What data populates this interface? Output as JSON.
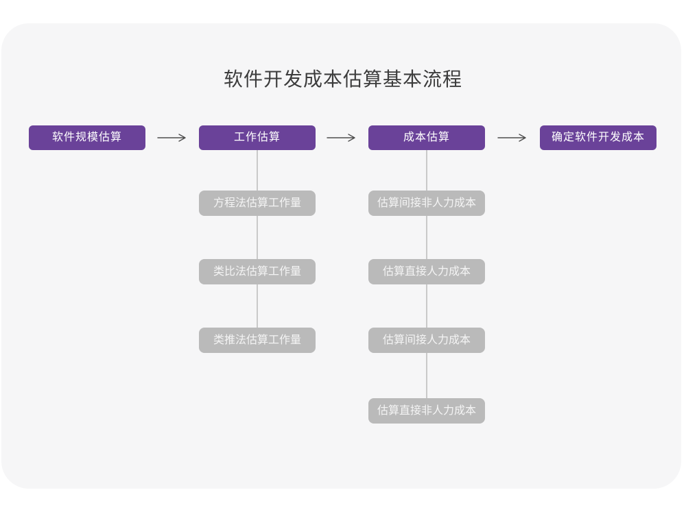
{
  "title": "软件开发成本估算基本流程",
  "colors": {
    "stage_fill": "#6a4299",
    "stage_text": "#ffffff",
    "sub_fill": "#bababa",
    "sub_text": "#f4f4f4",
    "card_background": "#f6f6f7",
    "page_background": "#ffffff",
    "arrow_stroke": "#4d4d4d",
    "connector_line": "#c9c9c9",
    "title_text": "#3c3c3c"
  },
  "flow": {
    "stages": [
      {
        "label": "软件规模估算"
      },
      {
        "label": "工作估算"
      },
      {
        "label": "成本估算"
      },
      {
        "label": "确定软件开发成本"
      }
    ],
    "work_methods": [
      "方程法估算工作量",
      "类比法估算工作量",
      "类推法估算工作量"
    ],
    "cost_items": [
      "估算间接非人力成本",
      "估算直接人力成本",
      "估算间接人力成本",
      "估算直接非人力成本"
    ]
  }
}
